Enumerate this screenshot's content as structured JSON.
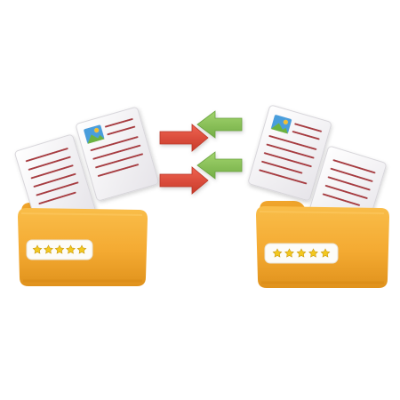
{
  "illustration": {
    "subject": "file-transfer",
    "icons": [
      "folder-icon",
      "document-icon",
      "image-document-icon",
      "arrow-right-icon",
      "arrow-left-icon",
      "star-icon"
    ],
    "left_folder": {
      "rating_stars": 5
    },
    "right_folder": {
      "rating_stars": 5
    },
    "arrows": [
      "right",
      "left",
      "right",
      "left"
    ]
  },
  "colors": {
    "background": "#ffffff",
    "folder_front": "#f4aa32",
    "folder_front_dark": "#d98b16",
    "folder_back": "#e89a22",
    "folder_highlight": "#fbc55a",
    "label_bg": "#fdfcf8",
    "star": "#f3c81f",
    "star_dark": "#c99a12",
    "paper": "#f3f2f4",
    "paper_edge": "#d7d5da",
    "paper_line": "#a83a3f",
    "arrow_red": "#e0493a",
    "arrow_red_dark": "#b93526",
    "arrow_green": "#8ac35a",
    "arrow_green_dark": "#69a33e",
    "thumb_sky": "#4a9edc",
    "thumb_hill": "#6cb33f",
    "thumb_sun": "#f2c12e"
  }
}
